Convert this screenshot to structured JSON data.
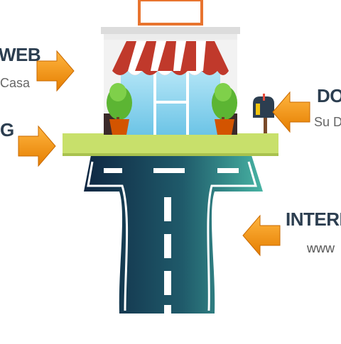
{
  "labels": {
    "web": {
      "title": "WEB",
      "subtitle": "Casa"
    },
    "g": {
      "title": "G"
    },
    "domain": {
      "title": "DO",
      "subtitle": "Su D"
    },
    "internet": {
      "title": "INTERN",
      "subtitle": "www"
    }
  },
  "icons": {
    "arrow": "left-pointing-arrow-icon",
    "store": "storefront-icon",
    "mailbox": "mailbox-icon",
    "plant": "potted-plant-icon",
    "road": "road-icon"
  },
  "colors": {
    "arrow_orange": "#f39c12",
    "arrow_dark": "#e07b00",
    "awning_red": "#c0392b",
    "platform_green": "#c8e06b",
    "road_dark": "#14304a",
    "road_teal": "#3fa39a",
    "window_blue": "#8fd3ee",
    "sign_orange": "#e8742f",
    "title_text": "#2c3e50"
  }
}
